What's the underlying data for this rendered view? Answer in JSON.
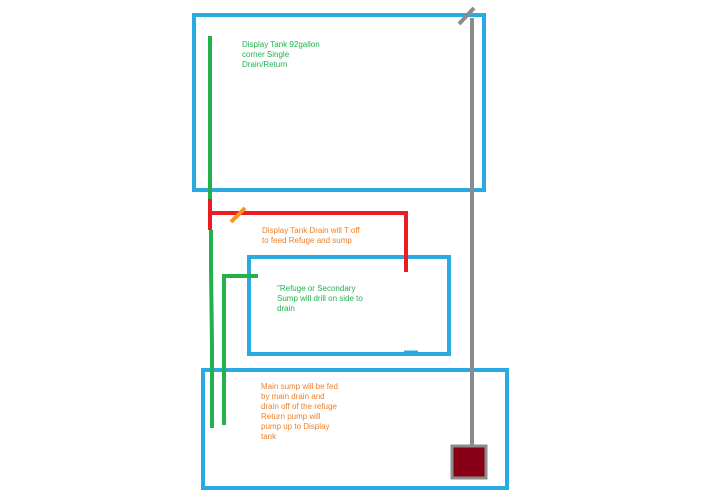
{
  "colors": {
    "tank": "#29abe2",
    "drain_green": "#22b14c",
    "tee_red": "#ed1c24",
    "return_gray": "#8c8c8c",
    "pump_fill": "#880015",
    "pump_border": "#8c8c8c",
    "valve_orange": "#f7941d",
    "note_green": "#22b14c",
    "note_orange": "#f07f28"
  },
  "labels": {
    "display_tank": "Display Tank 92gallon\ncorner Single\nDrain/Return",
    "tee_drain": "Display Tank Drain will T off\nto feed Refuge and sump",
    "refuge": "\"Refuge or Secondary\nSump will drill on side to\ndrain",
    "main_sump": "Main sump will be fed\nby main drain and\ndrain off of the refuge\nReturn pump will\npump up to Display\ntank"
  }
}
